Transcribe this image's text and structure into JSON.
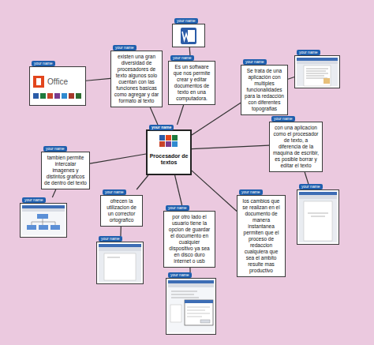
{
  "diagram": {
    "nodes": [
      {
        "text": [
          "your name"
        ]
      },
      {
        "text": [
          "your name",
          "existen una gran diversidad de procesadores de texto algunos solo cuentan con las funciones basicas como agregar y dar formato al texto"
        ]
      },
      {
        "text": [
          "your name",
          "Es un software que nos permite crear y editar documentos de texto en una computadora."
        ]
      },
      {
        "text": [
          "your name",
          "Office"
        ]
      },
      {
        "text": [
          "your name",
          "Se trata de una aplicación con multiples funcionalidades para la redacción con diferentes topografias"
        ]
      },
      {
        "text": [
          "your name"
        ]
      },
      {
        "text": [
          "your name",
          "Procesador de textos"
        ]
      },
      {
        "text": [
          "your name",
          "con una aplicacion como el procesador de texto, a diferencia de la maquina de escribir, es posible borrar y editar el texto"
        ]
      },
      {
        "text": [
          "your name",
          "tambien permite intercalar imagenes y distintos graficos de dentro del texto"
        ]
      },
      {
        "text": [
          "your name"
        ]
      },
      {
        "text": [
          "your name",
          "ofrecen la utilizacion de un corrector ortografico"
        ]
      },
      {
        "text": [
          "your name",
          "los cambios que se realizan en el documento de manera instantanea permiten que el proceso de redaccion cualquiera que sea el ambito resulte mas productivo"
        ]
      },
      {
        "text": [
          "your name"
        ]
      },
      {
        "text": [
          "your name",
          "por otro lado el usuario tiene la opcion de guardar el documento en cualquier dispositivo ya sea en disco duro internet o usb"
        ]
      },
      {
        "text": [
          "your name"
        ]
      },
      {
        "text": [
          "your name"
        ]
      }
    ],
    "edges": [
      {
        "from": 6,
        "to": 1,
        "arrow": "none"
      },
      {
        "from": 6,
        "to": 2,
        "arrow": "none"
      },
      {
        "from": 6,
        "to": 4,
        "arrow": "none"
      },
      {
        "from": 6,
        "to": 7,
        "arrow": "none"
      },
      {
        "from": 6,
        "to": 8,
        "arrow": "none"
      },
      {
        "from": 6,
        "to": 10,
        "arrow": "none"
      },
      {
        "from": 6,
        "to": 11,
        "arrow": "none"
      },
      {
        "from": 6,
        "to": 13,
        "arrow": "none"
      },
      {
        "from": 2,
        "to": 0,
        "arrow": "none"
      },
      {
        "from": 1,
        "to": 3,
        "arrow": "none"
      },
      {
        "from": 4,
        "to": 5,
        "arrow": "none"
      },
      {
        "from": 7,
        "to": 12,
        "arrow": "none"
      },
      {
        "from": 8,
        "to": 9,
        "arrow": "none"
      },
      {
        "from": 10,
        "to": 14,
        "arrow": "none"
      },
      {
        "from": 13,
        "to": 15,
        "arrow": "none"
      }
    ]
  }
}
